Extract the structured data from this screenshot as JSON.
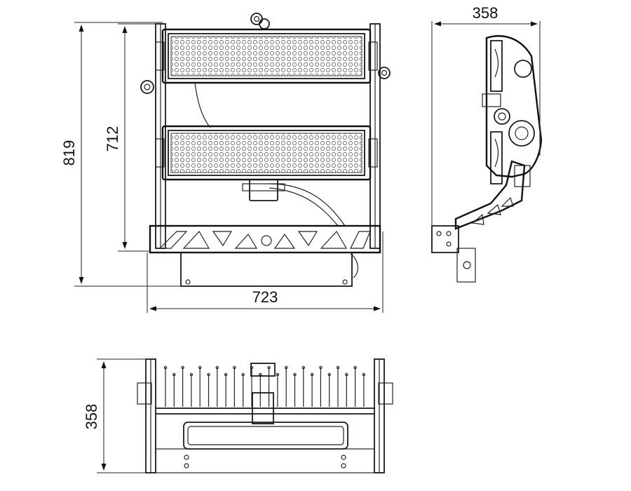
{
  "dimensions": {
    "front_total_height": "819",
    "front_module_height": "712",
    "front_width": "723",
    "side_depth": "358",
    "top_depth": "358"
  },
  "colors": {
    "line": "#1a1a1a",
    "background": "#ffffff"
  }
}
